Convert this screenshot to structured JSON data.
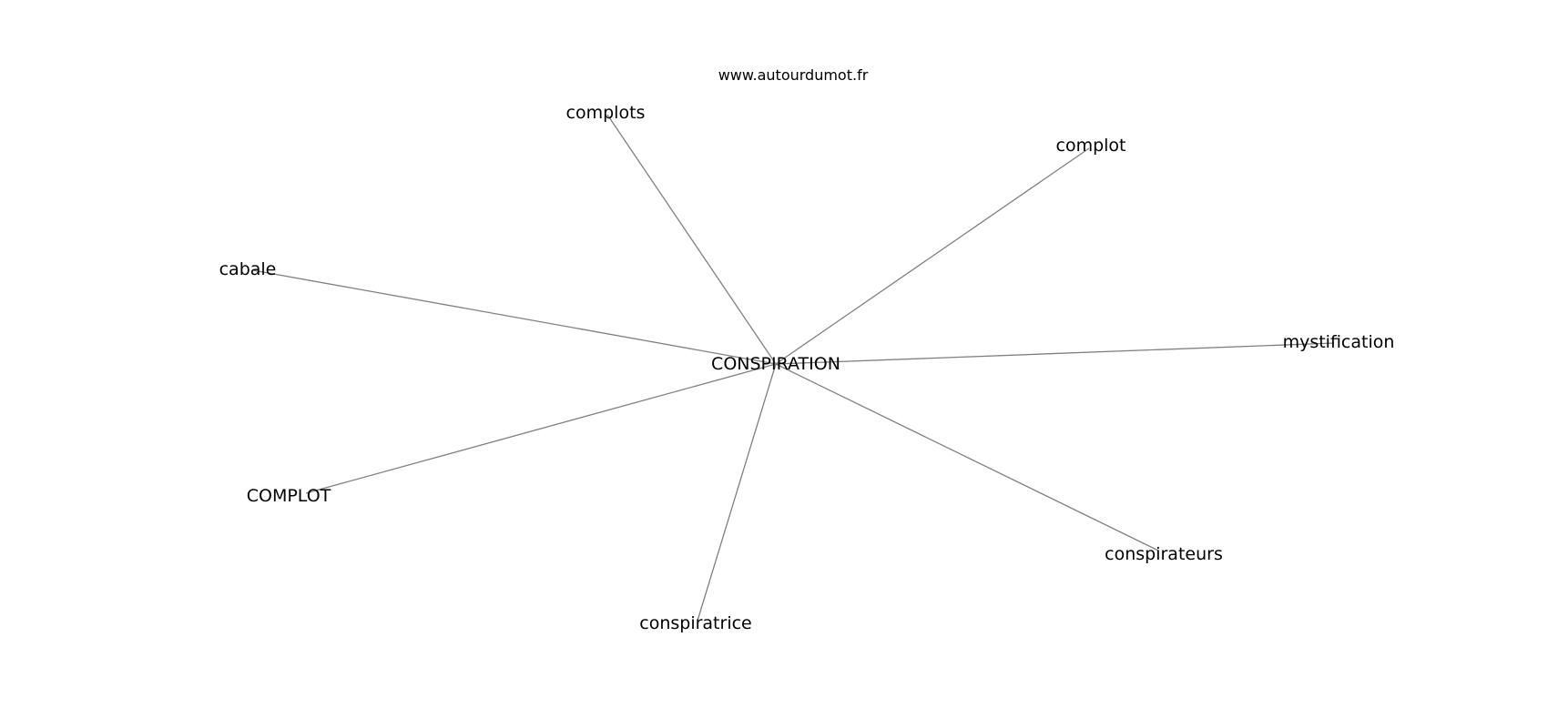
{
  "source": "www.autourdumot.fr",
  "center": {
    "label": "CONSPIRATION"
  },
  "neighbors": [
    {
      "label": "complots"
    },
    {
      "label": "complot"
    },
    {
      "label": "cabale"
    },
    {
      "label": "mystification"
    },
    {
      "label": "COMPLOT"
    },
    {
      "label": "conspirateurs"
    },
    {
      "label": "conspiratrice"
    }
  ],
  "colors": {
    "edge": "#808080",
    "text": "#000000",
    "background": "#ffffff"
  }
}
